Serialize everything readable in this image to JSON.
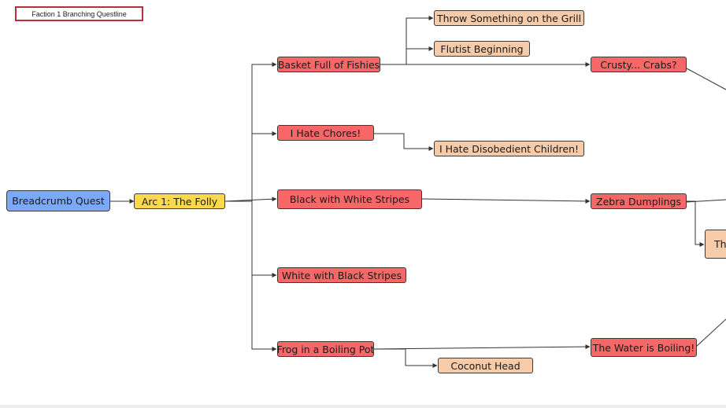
{
  "title": "Faction 1 Branching Questline",
  "colors": {
    "quest_red": "#f76767",
    "side_peach": "#f6cba9",
    "start_blue": "#7aaaf7",
    "arc_yellow": "#fcd94c",
    "title_border": "#b5303a"
  },
  "nodes": {
    "breadcrumb": "Breadcrumb Quest",
    "arc1": "Arc 1: The Folly",
    "basket": "Basket Full of Fishies",
    "chores": "I Hate Chores!",
    "black_white": "Black with White Stripes",
    "white_black": "White with Black Stripes",
    "frog": "Frog in a Boiling Pot",
    "grill": "Throw Something on the Grill",
    "flutist": "Flutist Beginning",
    "disobedient": "I Hate Disobedient Children!",
    "coconut": "Coconut Head",
    "crabs": "Crusty... Crabs?",
    "zebra": "Zebra Dumplings",
    "water": "The Water is Boiling!",
    "cut_off": "Th"
  }
}
